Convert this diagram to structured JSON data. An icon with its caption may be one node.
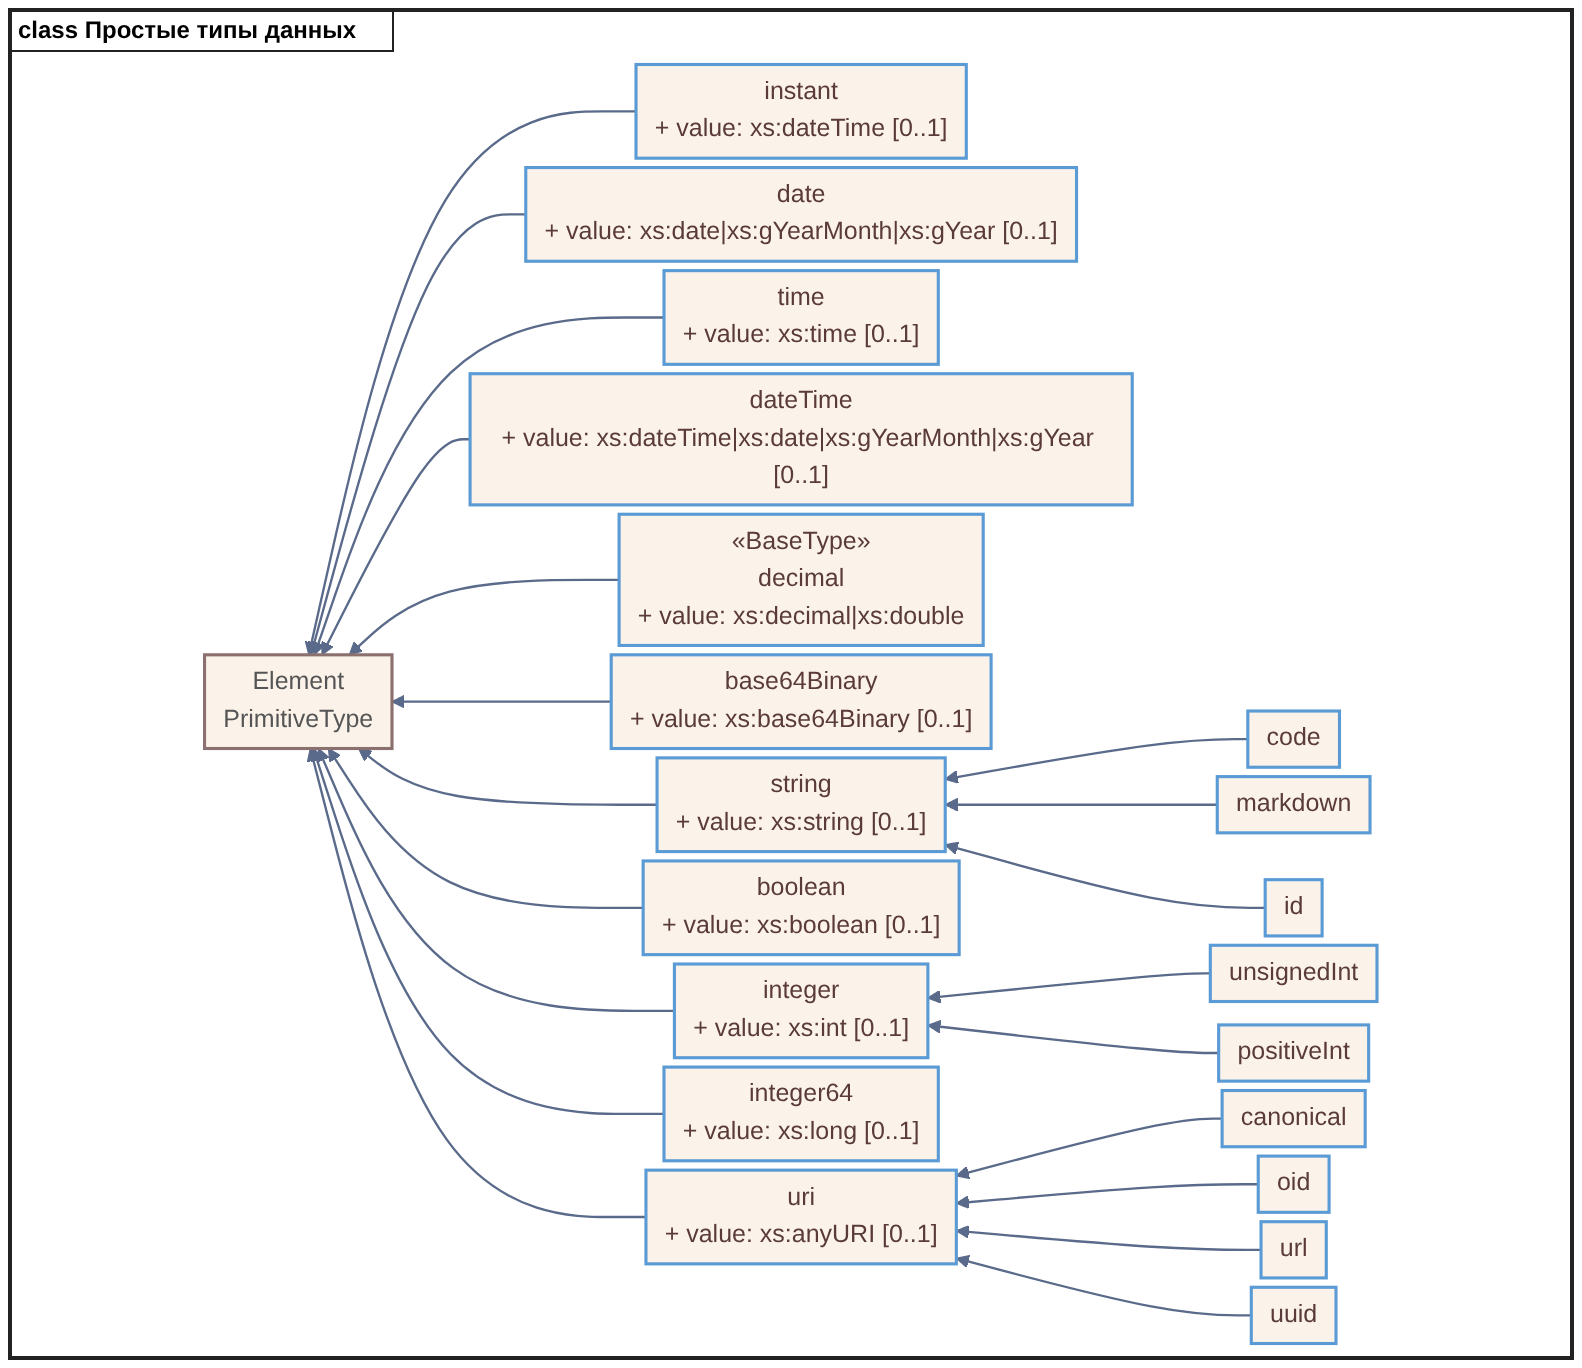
{
  "diagram": {
    "title": "class Простые типы данных",
    "nodes": [
      {
        "text": [
          "instant",
          "+ value: xs:dateTime [0..1]"
        ]
      },
      {
        "text": [
          "date",
          "+ value: xs:date|xs:gYearMonth|xs:gYear [0..1]"
        ]
      },
      {
        "text": [
          "time",
          "+ value: xs:time [0..1]"
        ]
      },
      {
        "text": [
          "dateTime",
          "+ value: xs:dateTime|xs:date|xs:gYearMonth|xs:gYear [0..1]"
        ]
      },
      {
        "text": [
          "«BaseType»",
          "decimal",
          "+ value: xs:decimal|xs:double"
        ]
      },
      {
        "text": [
          "base64Binary",
          "+ value: xs:base64Binary [0..1]"
        ]
      },
      {
        "text": [
          "Element",
          "PrimitiveType"
        ]
      },
      {
        "text": [
          "string",
          "+ value: xs:string [0..1]"
        ]
      },
      {
        "text": [
          "boolean",
          "+ value: xs:boolean [0..1]"
        ]
      },
      {
        "text": [
          "code"
        ]
      },
      {
        "text": [
          "markdown"
        ]
      },
      {
        "text": [
          "id"
        ]
      },
      {
        "text": [
          "integer",
          "+ value: xs:int [0..1]"
        ]
      },
      {
        "text": [
          "uri",
          "+ value: xs:anyURI [0..1]"
        ]
      },
      {
        "text": [
          "integer64",
          "+ value: xs:long [0..1]"
        ]
      },
      {
        "text": [
          "unsignedInt"
        ]
      },
      {
        "text": [
          "positiveInt"
        ]
      },
      {
        "text": [
          "canonical"
        ]
      },
      {
        "text": [
          "oid"
        ]
      },
      {
        "text": [
          "url"
        ]
      },
      {
        "text": [
          "uuid"
        ]
      }
    ],
    "edges": [
      {
        "from": 0,
        "to": 6,
        "arrow": "to"
      },
      {
        "from": 1,
        "to": 6,
        "arrow": "to"
      },
      {
        "from": 2,
        "to": 6,
        "arrow": "to"
      },
      {
        "from": 3,
        "to": 6,
        "arrow": "to"
      },
      {
        "from": 4,
        "to": 6,
        "arrow": "to"
      },
      {
        "from": 5,
        "to": 6,
        "arrow": "to"
      },
      {
        "from": 7,
        "to": 6,
        "arrow": "to"
      },
      {
        "from": 8,
        "to": 6,
        "arrow": "to"
      },
      {
        "from": 12,
        "to": 6,
        "arrow": "to"
      },
      {
        "from": 14,
        "to": 6,
        "arrow": "to"
      },
      {
        "from": 13,
        "to": 6,
        "arrow": "to"
      },
      {
        "from": 9,
        "to": 7,
        "arrow": "to"
      },
      {
        "from": 10,
        "to": 7,
        "arrow": "to"
      },
      {
        "from": 11,
        "to": 7,
        "arrow": "to"
      },
      {
        "from": 15,
        "to": 12,
        "arrow": "to"
      },
      {
        "from": 16,
        "to": 12,
        "arrow": "to"
      },
      {
        "from": 17,
        "to": 13,
        "arrow": "to"
      },
      {
        "from": 18,
        "to": 13,
        "arrow": "to"
      },
      {
        "from": 19,
        "to": 13,
        "arrow": "to"
      },
      {
        "from": 20,
        "to": 13,
        "arrow": "to"
      }
    ]
  }
}
